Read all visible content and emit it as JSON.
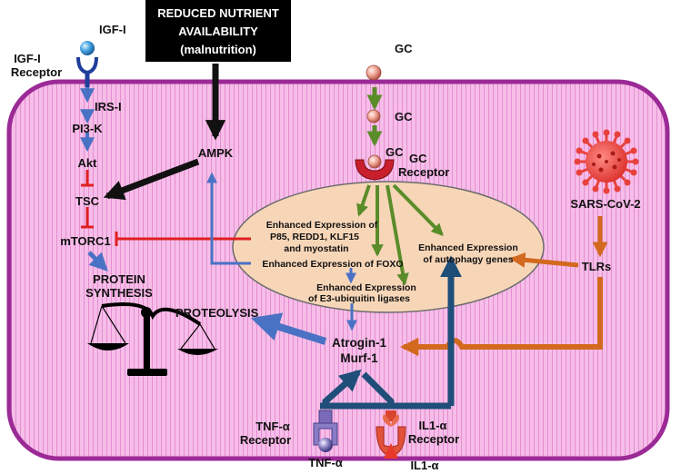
{
  "colors": {
    "cell_fill": "#f6bde8",
    "cell_border": "#9b2a96",
    "nucleus_fill": "#f7d6b8",
    "arrow_blue": "#4a72c4",
    "arrow_dark_blue": "#1f4e79",
    "arrow_green": "#5b8c2a",
    "arrow_orange": "#d2691e",
    "inhibit_red": "#e02020",
    "virus_red": "#e8413c"
  },
  "labels": {
    "nutrient_box_line1": "REDUCED NUTRIENT",
    "nutrient_box_line2": "AVAILABILITY",
    "nutrient_box_line3": "(malnutrition)",
    "igf1": "IGF-I",
    "igf1_receptor_line1": "IGF-I",
    "igf1_receptor_line2": "Receptor",
    "irs1": "IRS-I",
    "pi3k": "PI3-K",
    "akt": "Akt",
    "tsc": "TSC",
    "mtorc1": "mTORC1",
    "protein_synthesis_line1": "PROTEIN",
    "protein_synthesis_line2": "SYNTHESIS",
    "proteolysis": "PROTEOLYSIS",
    "ampk": "AMPK",
    "gc_outside": "GC",
    "gc_membrane": "GC",
    "gc_inside": "GC",
    "gc_receptor_line1": "GC",
    "gc_receptor_line2": "Receptor",
    "nucleus_expr1_line1": "Enhanced Expression of",
    "nucleus_expr1_line2": "P85, REDD1, KLF15",
    "nucleus_expr1_line3": "and myostatin",
    "nucleus_foxo": "Enhanced Expression of FOXO",
    "nucleus_e3_line1": "Enhanced Expression",
    "nucleus_e3_line2": "of E3-ubiquitin ligases",
    "nucleus_autophagy_line1": "Enhanced Expression",
    "nucleus_autophagy_line2": "of autophagy genes",
    "sars": "SARS-CoV-2",
    "tlrs": "TLRs",
    "atrogin": "Atrogin-1",
    "murf": "Murf-1",
    "tnf_receptor_line1": "TNF-α",
    "tnf_receptor_line2": "Receptor",
    "tnf": "TNF-α",
    "il1_receptor_line1": "IL1-α",
    "il1_receptor_line2": "Receptor",
    "il1": "IL1-α"
  }
}
